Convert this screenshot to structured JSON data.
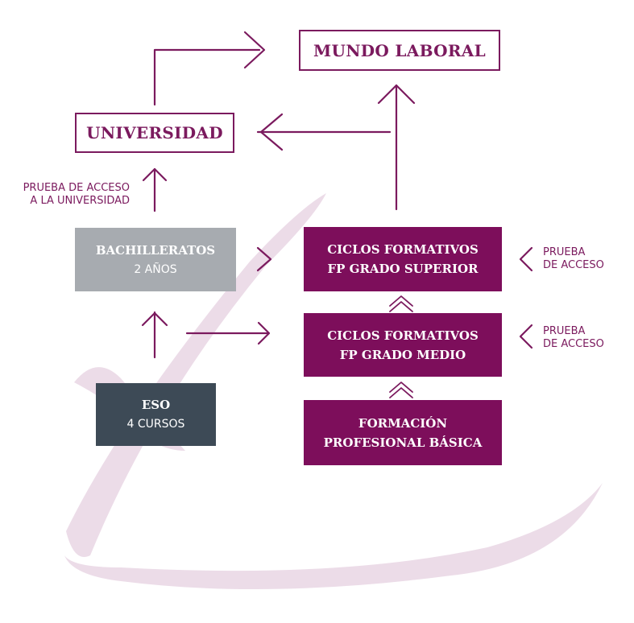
{
  "colors": {
    "accent": "#7d0e5b",
    "outline": "#7b1a5e",
    "grey_box": "#a7abb0",
    "dark_box": "#3d4a56",
    "watermark": "#ecdce8"
  },
  "nodes": {
    "mundo_laboral": {
      "line1": "MUNDO LABORAL"
    },
    "universidad": {
      "line1": "UNIVERSIDAD"
    },
    "bachilleratos": {
      "line1": "BACHILLERATOS",
      "line2": "2 AÑOS"
    },
    "eso": {
      "line1": "ESO",
      "line2": "4 CURSOS"
    },
    "fp_superior": {
      "line1": "CICLOS FORMATIVOS",
      "line2": "FP GRADO SUPERIOR"
    },
    "fp_medio": {
      "line1": "CICLOS FORMATIVOS",
      "line2": "FP GRADO MEDIO"
    },
    "fp_basica": {
      "line1": "FORMACIÓN",
      "line2": "PROFESIONAL  BÁSICA"
    }
  },
  "notes": {
    "prueba_universidad": {
      "line1": "PRUEBA DE ACCESO",
      "line2": "A LA UNIVERSIDAD"
    },
    "prueba_superior": {
      "line1": "PRUEBA",
      "line2": "DE ACCESO"
    },
    "prueba_medio": {
      "line1": "PRUEBA",
      "line2": "DE ACCESO"
    }
  }
}
